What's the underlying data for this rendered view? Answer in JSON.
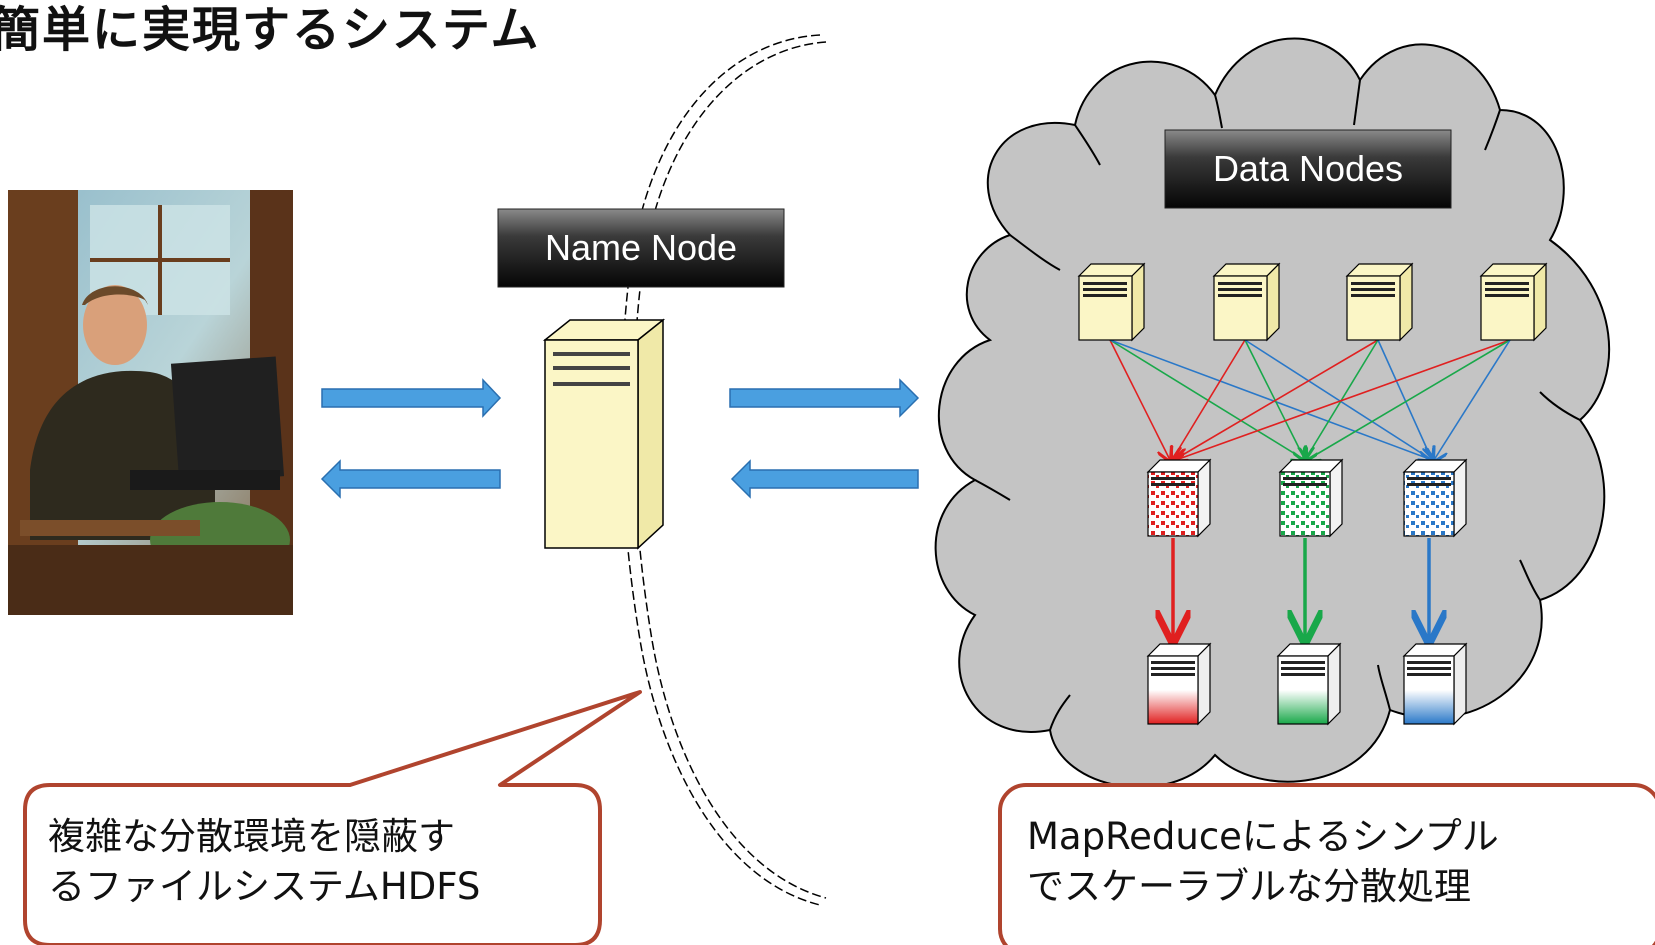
{
  "slide": {
    "title": "簡単に実現するシステム"
  },
  "name_node": {
    "label": "Name Node"
  },
  "data_nodes": {
    "label": "Data Nodes"
  },
  "callouts": {
    "hdfs": {
      "line1": "複雑な分散環境を隠蔽す",
      "line2": "るファイルシステムHDFS"
    },
    "mapreduce": {
      "line1": "MapReduceによるシンプル",
      "line2": "でスケーラブルな分散処理"
    }
  },
  "colors": {
    "server_fill": "#FBF6C6",
    "cloud_fill": "#C4C4C4",
    "arrow_blue": "#4A9FE0",
    "callout_border": "#B0442E",
    "reduce_red": "#E02020",
    "reduce_green": "#19A84A",
    "reduce_blue": "#2A78C8"
  },
  "photo": {
    "alt": "user at computer"
  }
}
